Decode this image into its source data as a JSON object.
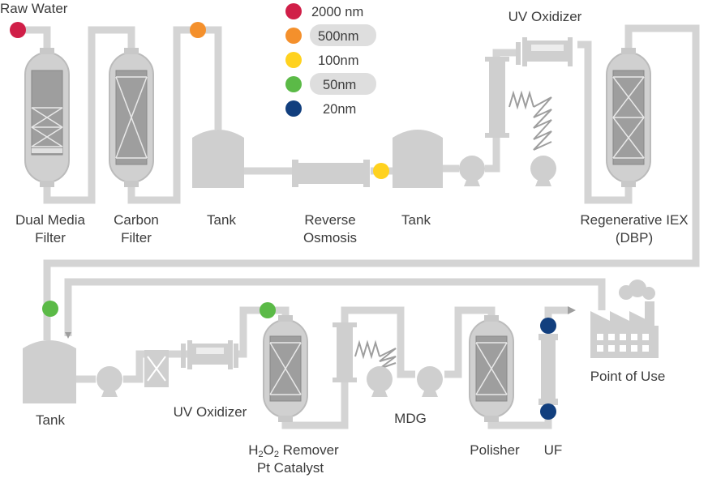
{
  "colors": {
    "pipe": "#d4d4d4",
    "equipment": "#cfcfcf",
    "equipment_dark": "#bdbdbd",
    "vessel_outer": "#d7d7d7",
    "vessel_inner": "#9e9e9e",
    "vessel_line": "#e8e8e8",
    "text": "#3c3c3c",
    "nm_2000": "#d01f48",
    "nm_500": "#f4902c",
    "nm_100": "#ffd21f",
    "nm_50": "#5bba47",
    "nm_20": "#123f7e",
    "legend_highlight": "#dedede"
  },
  "legend": [
    {
      "label": "2000 nm",
      "color_key": "nm_2000",
      "highlighted": false
    },
    {
      "label": "500nm",
      "color_key": "nm_500",
      "highlighted": true
    },
    {
      "label": "100nm",
      "color_key": "nm_100",
      "highlighted": false
    },
    {
      "label": "50nm",
      "color_key": "nm_50",
      "highlighted": true
    },
    {
      "label": "20nm",
      "color_key": "nm_20",
      "highlighted": false
    }
  ],
  "labels": {
    "raw_water": "Raw Water",
    "dual_media_1": "Dual Media",
    "dual_media_2": "Filter",
    "carbon_1": "Carbon",
    "carbon_2": "Filter",
    "tank1": "Tank",
    "ro_1": "Reverse",
    "ro_2": "Osmosis",
    "tank2": "Tank",
    "uv1": "UV Oxidizer",
    "iex_1": "Regenerative IEX",
    "iex_2": "(DBP)",
    "tank3": "Tank",
    "uv2": "UV Oxidizer",
    "h2o2_h": "H",
    "h2o2_sub1": "2",
    "h2o2_o": "O",
    "h2o2_sub2": "2",
    "h2o2_rest": " Remover",
    "h2o2_2": "Pt Catalyst",
    "mdg": "MDG",
    "polisher": "Polisher",
    "uf": "UF",
    "pou": "Point of Use"
  },
  "icons": [
    "factory-icon",
    "pump-icon",
    "valve-icon",
    "heat-coil-icon",
    "vessel-icon",
    "tank-icon"
  ]
}
